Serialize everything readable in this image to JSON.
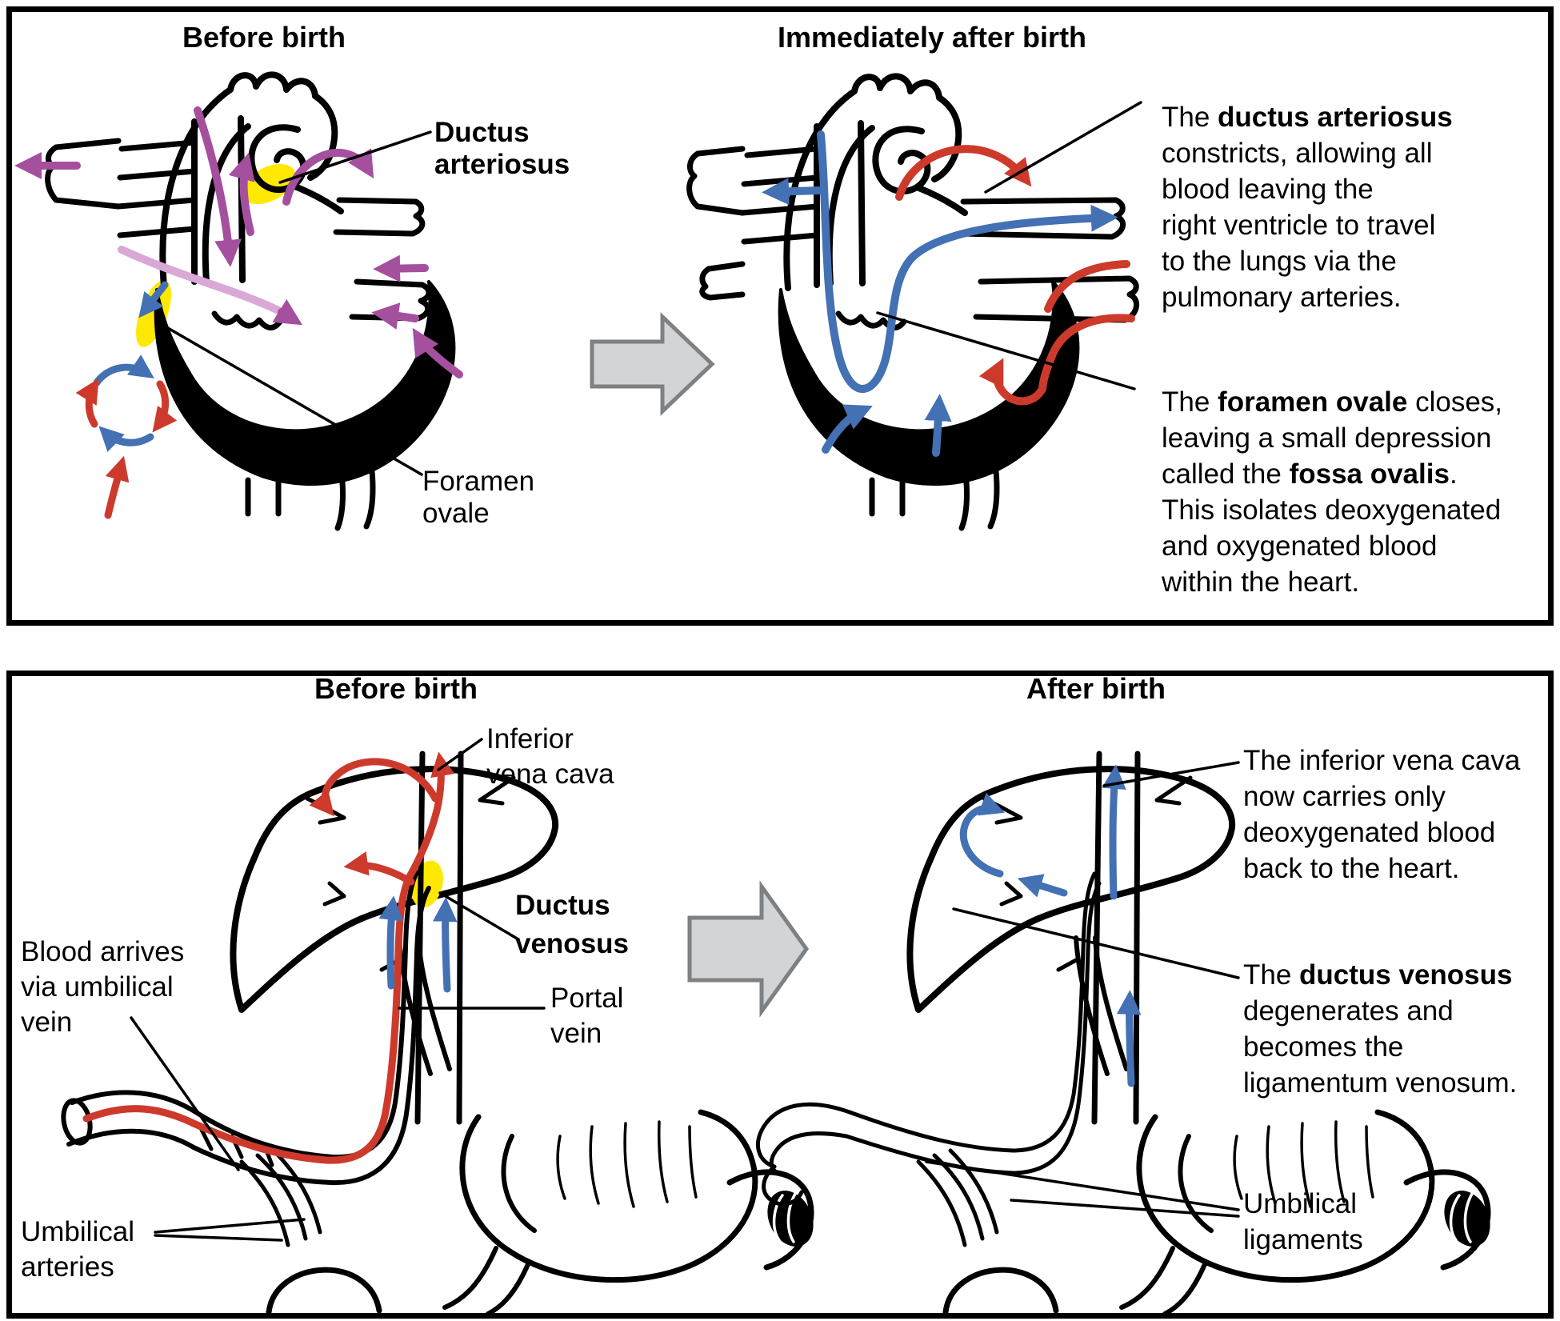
{
  "figure": {
    "type": "anatomical-diagram",
    "subject": "Fetal circulation shunts before and after birth"
  },
  "colors": {
    "mixed_blood_purple": "#A5509F",
    "faded_purple": "#D9A8D6",
    "oxygenated_red": "#CD3A2C",
    "deoxygenated_blue": "#4371B3",
    "shunt_highlight_yellow": "#FFE802",
    "transition_arrow_fill": "#D2D4D5",
    "transition_arrow_stroke": "#7D8183",
    "line_art": "#000000"
  },
  "top_panel": {
    "left_title": "Before birth",
    "right_title": "Immediately after birth",
    "ductus_arteriosus_label": "Ductus\narteriosus",
    "foramen_ovale_label": "Foramen\novale",
    "ductus_text": [
      {
        "t": "The "
      },
      {
        "t": "ductus arteriosus",
        "b": true
      },
      {
        "t": "\nconstricts, allowing all\nblood leaving the\nright ventricle to travel\nto the lungs via the\npulmonary arteries."
      }
    ],
    "foramen_text": [
      {
        "t": "The "
      },
      {
        "t": "foramen ovale",
        "b": true
      },
      {
        "t": " closes,\nleaving a small depression\ncalled the "
      },
      {
        "t": "fossa ovalis",
        "b": true
      },
      {
        "t": ".\nThis isolates deoxygenated\nand oxygenated blood\nwithin the heart."
      }
    ]
  },
  "bottom_panel": {
    "left_title": "Before birth",
    "right_title": "After birth",
    "inferior_vena_cava_label": "Inferior\nvena cava",
    "ductus_venosus_label": "Ductus\nvenosus",
    "portal_vein_label": "Portal\nvein",
    "blood_arrives_label": "Blood arrives\nvia umbilical\nvein",
    "umbilical_arteries_label": "Umbilical\narteries",
    "umbilical_ligaments_label": "Umbilical\nligaments",
    "ivc_text": [
      {
        "t": "The inferior vena cava\nnow carries only\ndeoxygenated blood\nback to the heart."
      }
    ],
    "ductus_venosus_text": [
      {
        "t": "The "
      },
      {
        "t": "ductus venosus",
        "b": true
      },
      {
        "t": "\ndegenerates and\nbecomes the\nligamentum venosum."
      }
    ]
  }
}
